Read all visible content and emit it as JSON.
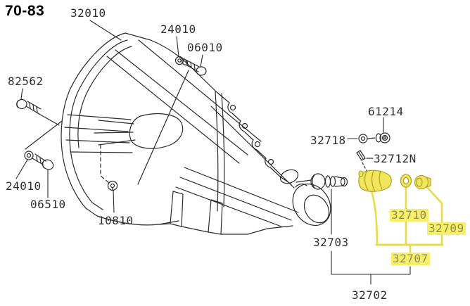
{
  "header": {
    "page_code": "70-83"
  },
  "labels": {
    "case": "32010",
    "washer_top": "24010",
    "bolt_top": "06010",
    "bolt_left": "82562",
    "washer_lower": "24010",
    "bolt_lower": "06510",
    "nut_bottom": "10810",
    "nut_right": "61214",
    "washer_right": "32718",
    "pin": "32712N",
    "speedo_sleeve_assy": "32703",
    "speedo_sleeve": "32710",
    "speedo_gear": "32709",
    "speedo_pinion_kit": "32707",
    "speedo_set": "32702"
  },
  "highlighted_parts": [
    "32710",
    "32709",
    "32707"
  ],
  "icons": {
    "transmission": "transmission-line-drawing-icon",
    "bolt": "bolt-icon",
    "washer": "washer-icon",
    "nut": "nut-icon",
    "pin": "pin-icon",
    "pinion_sleeve": "speedometer-pinion-icon",
    "o_ring": "o-ring-icon",
    "gear_cap": "speedometer-gear-icon"
  },
  "colors": {
    "line": "#2b2b2b",
    "highlight_bg": "#f7ef67",
    "highlight_text": "#8c8c58",
    "highlight_line": "#e8db4a",
    "part_fill": "#f2e75c",
    "part_outline": "#b3a52c"
  }
}
